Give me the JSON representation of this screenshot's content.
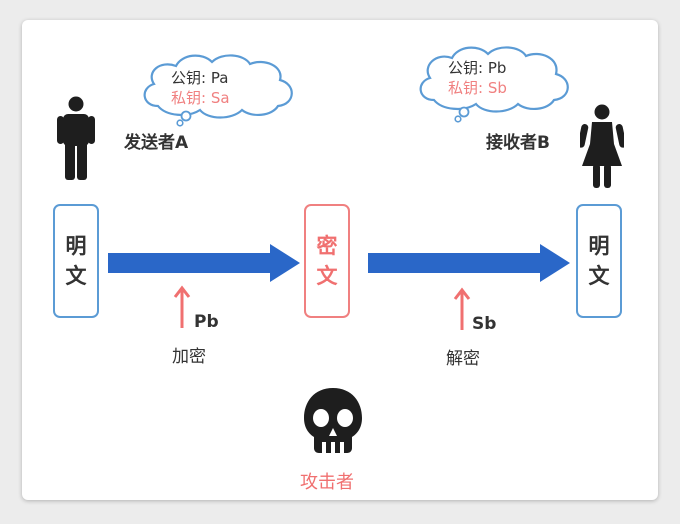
{
  "sender": {
    "label": "发送者A",
    "public_key": "公钥: Pa",
    "private_key": "私钥: Sa"
  },
  "receiver": {
    "label": "接收者B",
    "public_key": "公钥: Pb",
    "private_key": "私钥: Sb"
  },
  "plaintext_left": {
    "line1": "明",
    "line2": "文"
  },
  "ciphertext": {
    "line1": "密",
    "line2": "文"
  },
  "plaintext_right": {
    "line1": "明",
    "line2": "文"
  },
  "encrypt": {
    "key": "Pb",
    "label": "加密"
  },
  "decrypt": {
    "key": "Sb",
    "label": "解密"
  },
  "attacker": {
    "label": "攻击者"
  },
  "colors": {
    "arrow_blue": "#2a67c8",
    "box_blue": "#5b9bd5",
    "box_red": "#f08080",
    "key_arrow": "#f07070",
    "cloud_stroke": "#5b9bd5"
  }
}
